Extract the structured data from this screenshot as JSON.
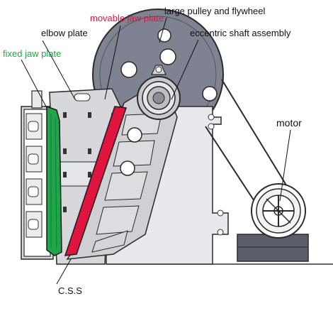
{
  "labels": {
    "movable_jaw_plate": "movable jaw plate",
    "large_pulley": "large pulley and flywheel",
    "elbow_plate": "elbow plate",
    "eccentric_shaft": "eccentric shaft assembly",
    "fixed_jaw_plate": "fixed jaw plate",
    "motor": "motor",
    "css": "C.S.S"
  },
  "colors": {
    "movable_jaw": "#e0153f",
    "fixed_jaw": "#1fa64a",
    "body": "#e2e3e7",
    "pulley": "#7f8290",
    "outline": "#2a2a2a",
    "label_red": "#e8103a",
    "label_green": "#1aa64a"
  }
}
